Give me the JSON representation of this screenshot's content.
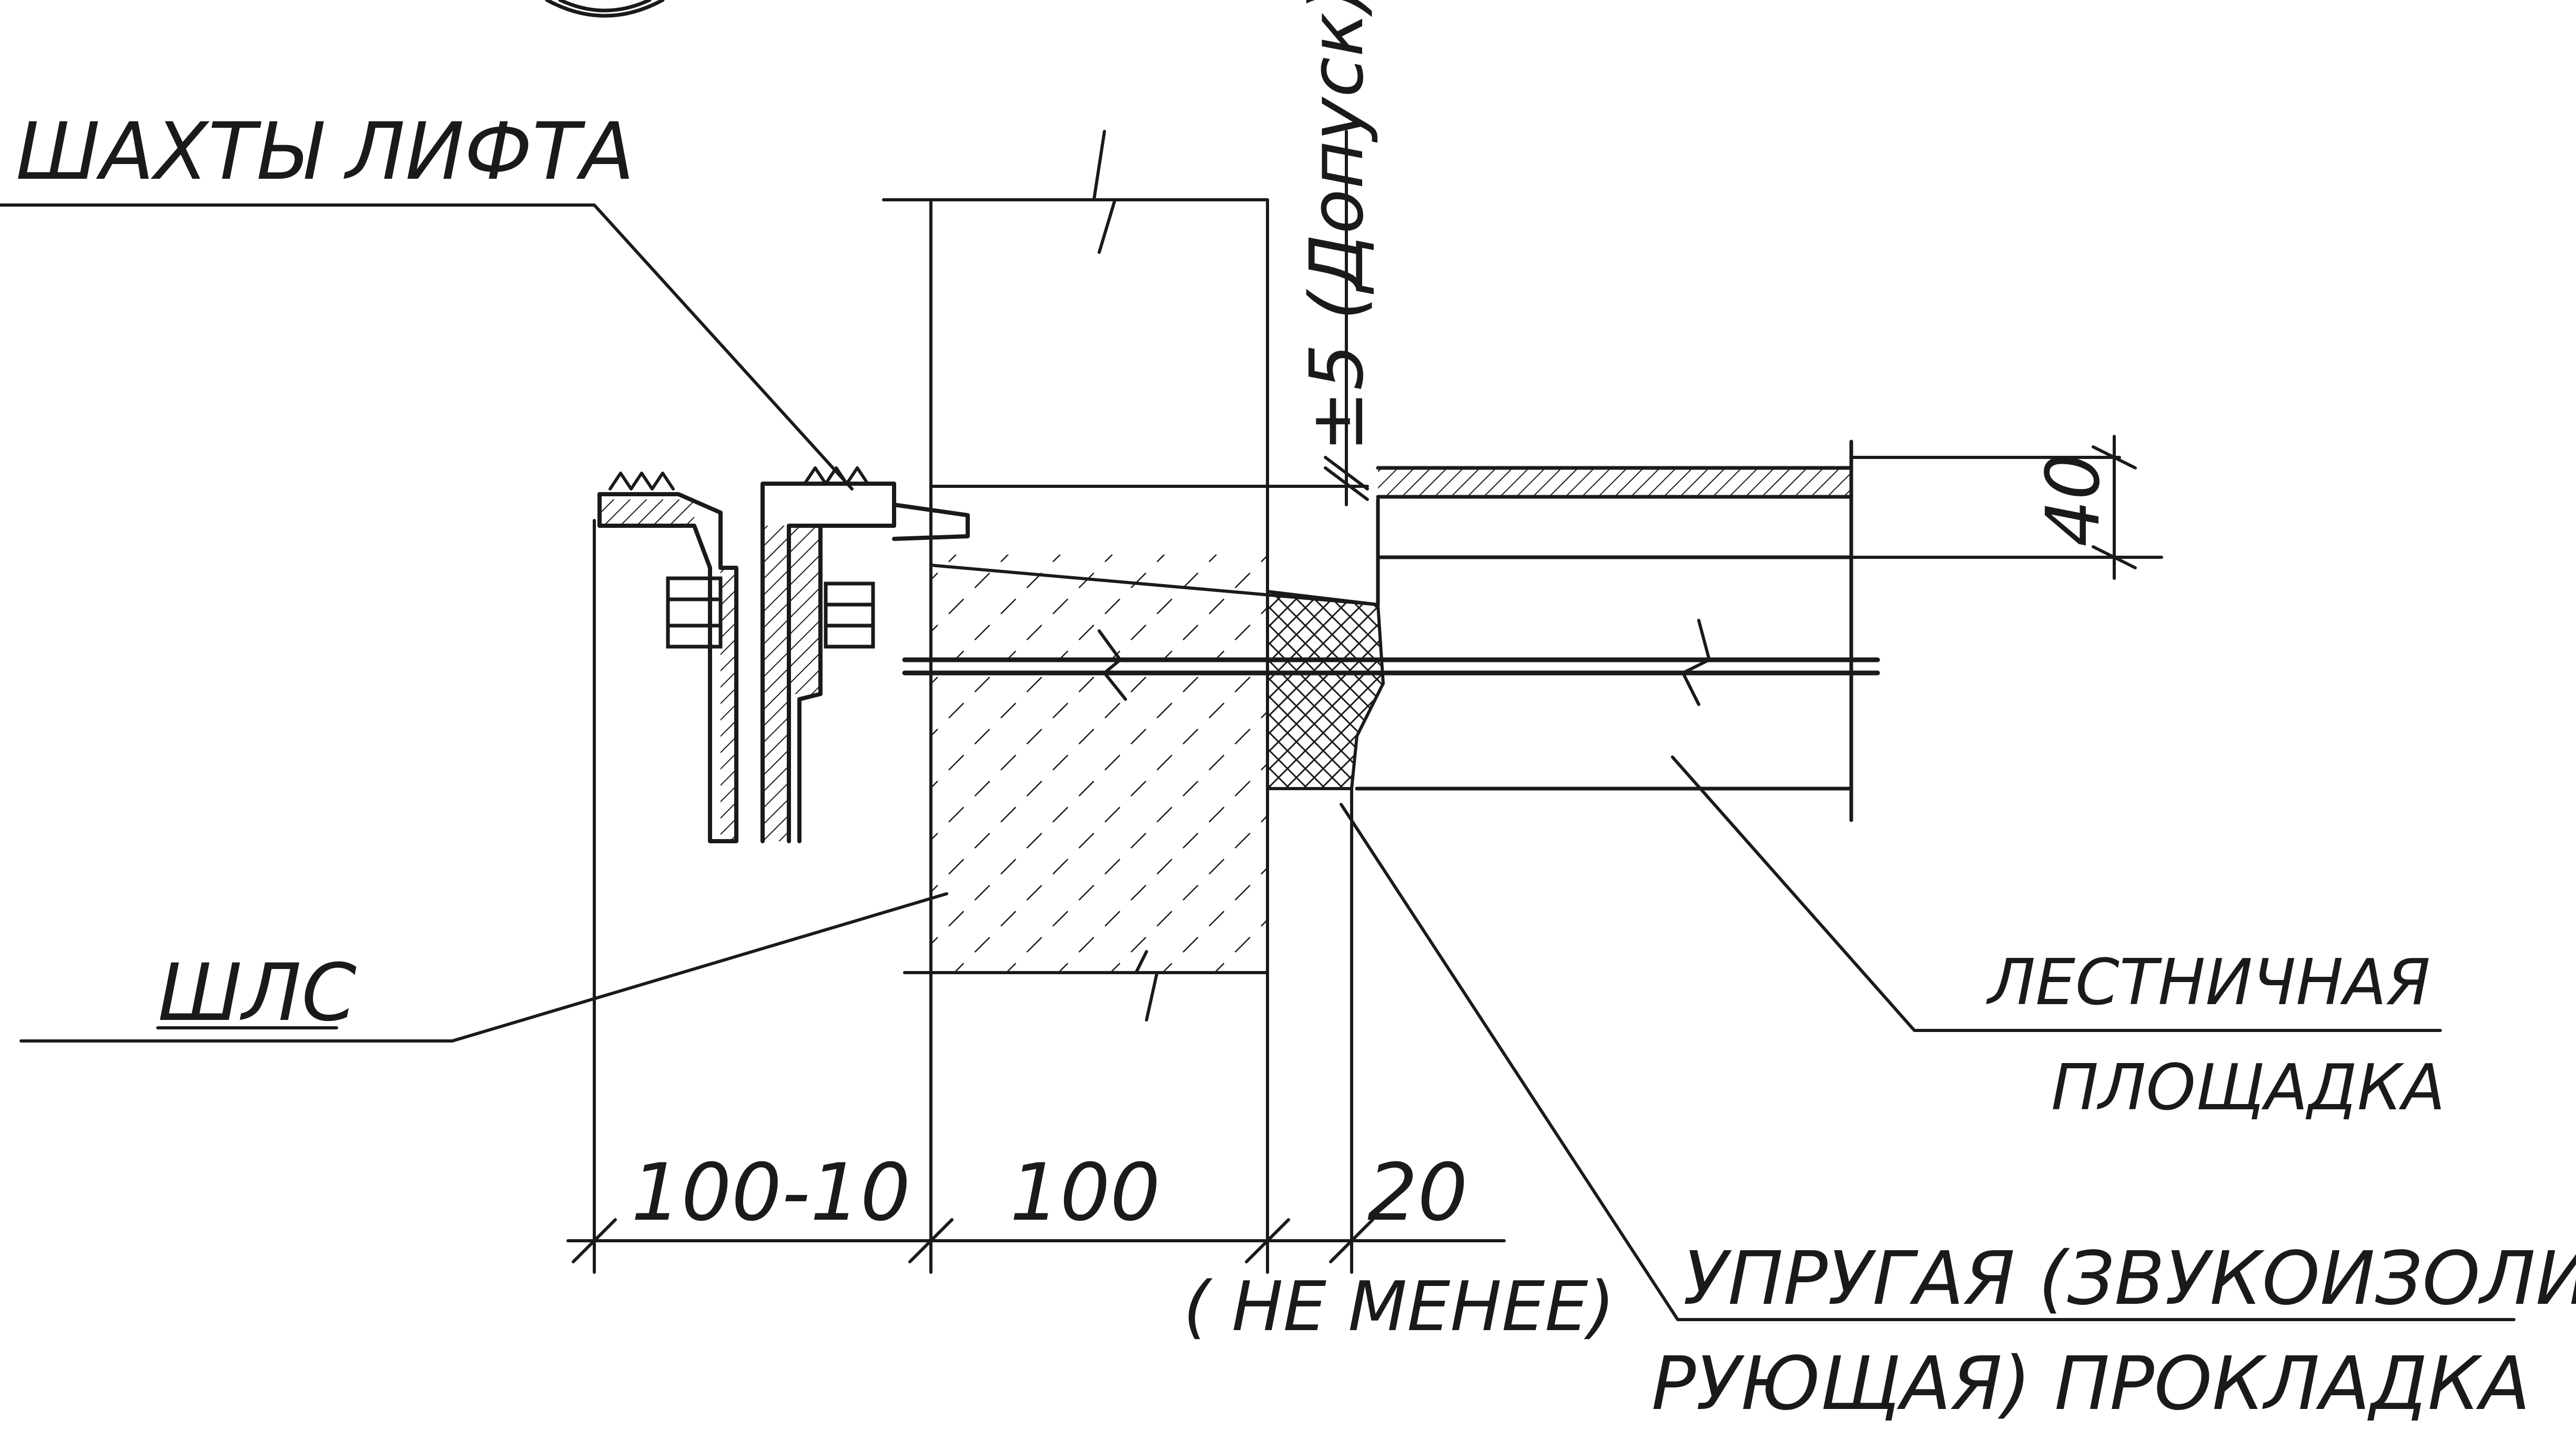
{
  "drawing": {
    "ink_color": "#1a1a1a",
    "background": "#ffffff",
    "labels": {
      "lift_shaft": "ШАХТЫ ЛИФТА",
      "shls": "ШЛС",
      "tolerance": "±5 (Допуск)",
      "dim_40": "40",
      "stair_landing_1": "ЛЕСТНИЧНАЯ",
      "stair_landing_2": "ПЛОЩАДКА",
      "dim_100_10": "100-10",
      "dim_100": "100",
      "dim_20": "20",
      "not_less": "( НЕ МЕНЕЕ)",
      "pad_1": "УПРУГАЯ (ЗВУКОИЗОЛИ-",
      "pad_2": "РУЮЩАЯ) ПРОКЛАДКА"
    }
  }
}
